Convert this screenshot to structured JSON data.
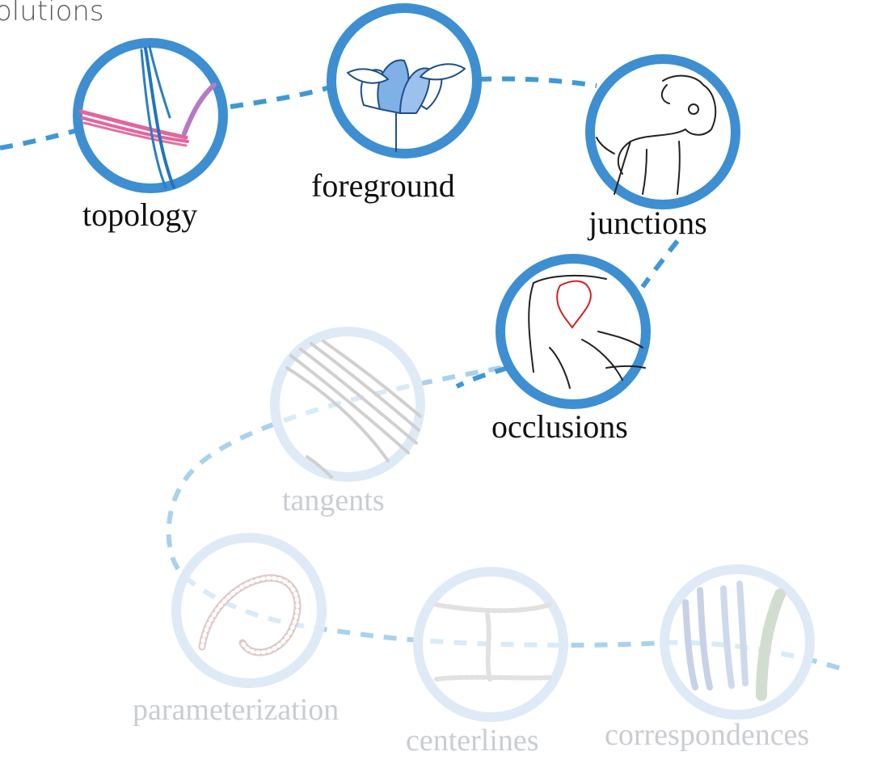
{
  "heading": "olutions",
  "colors": {
    "active_ring": "#3d8fd1",
    "faded_ring": "#deebf6",
    "active_path": "#3f98d6",
    "faded_path": "#a9d2ee",
    "active_label": "#111111",
    "faded_label": "#c9cdd1"
  },
  "nodes": [
    {
      "id": "topology",
      "label": "topology",
      "state": "active",
      "icon": "crossing-strokes-icon"
    },
    {
      "id": "foreground",
      "label": "foreground",
      "state": "active",
      "icon": "flower-icon"
    },
    {
      "id": "junctions",
      "label": "junctions",
      "state": "active",
      "icon": "dog-sketch-icon"
    },
    {
      "id": "occlusions",
      "label": "occlusions",
      "state": "active",
      "icon": "animal-leg-sketch-icon"
    },
    {
      "id": "tangents",
      "label": "tangents",
      "state": "faded",
      "icon": "parallel-strokes-icon"
    },
    {
      "id": "parameterization",
      "label": "parameterization",
      "state": "faded",
      "icon": "spiral-grid-icon"
    },
    {
      "id": "centerlines",
      "label": "centerlines",
      "state": "faded",
      "icon": "bead-chain-icon"
    },
    {
      "id": "correspondences",
      "label": "correspondences",
      "state": "faded",
      "icon": "feather-strokes-icon"
    }
  ]
}
